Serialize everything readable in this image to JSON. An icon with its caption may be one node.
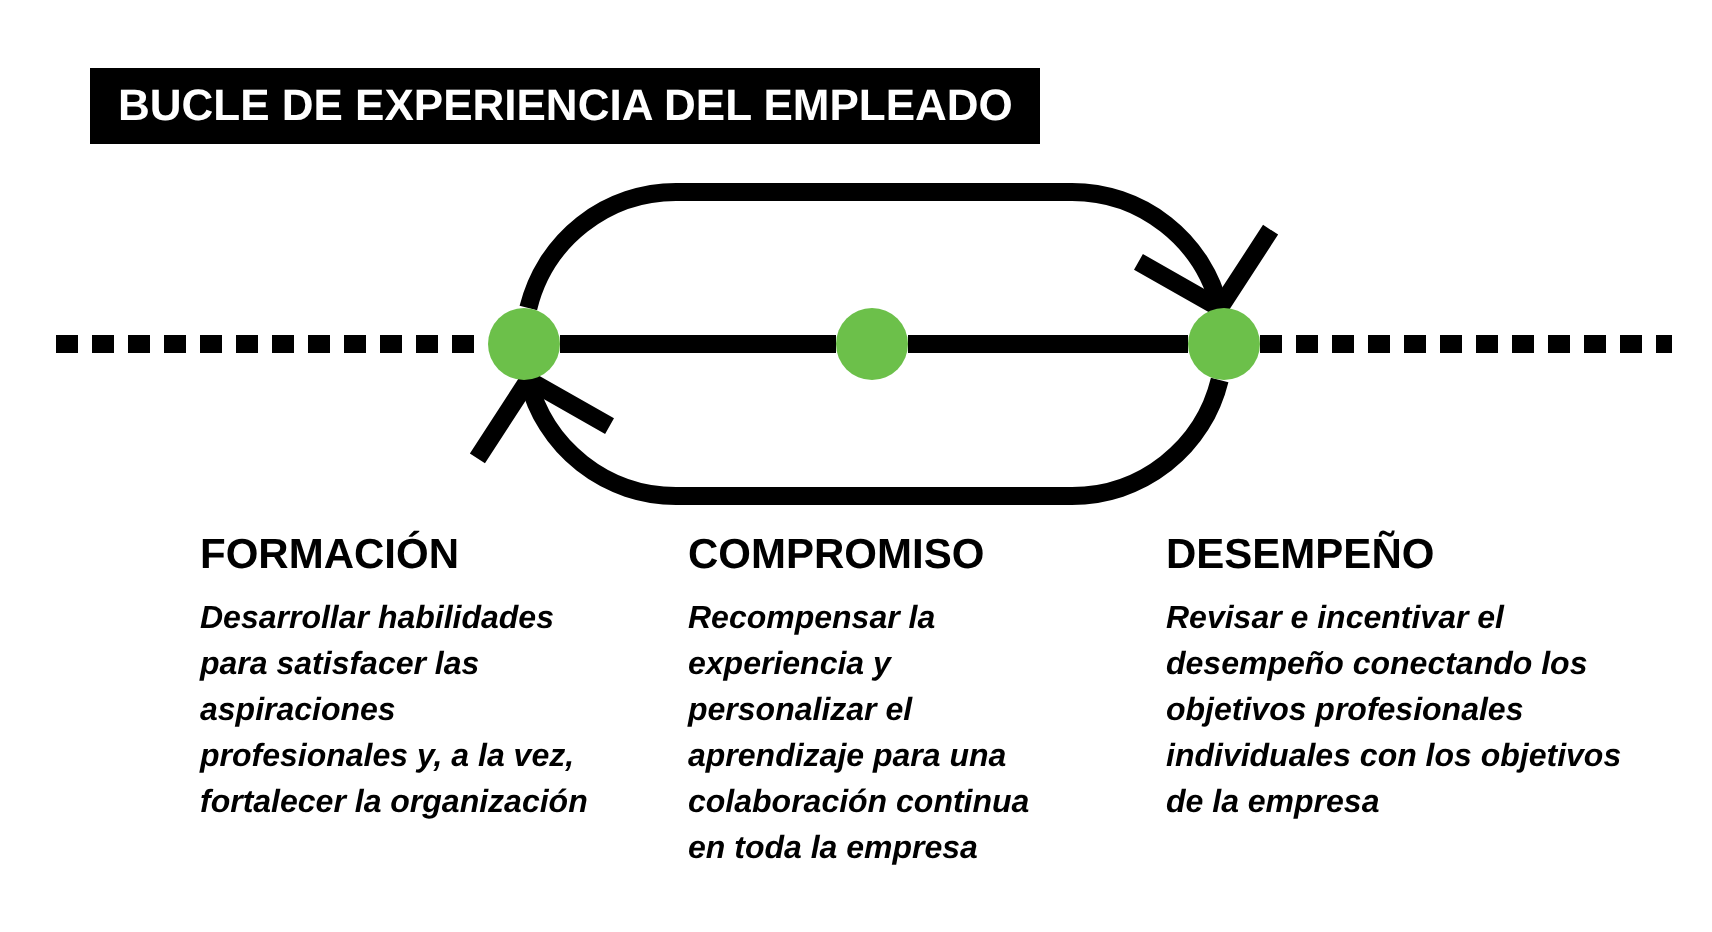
{
  "diagram": {
    "title": "BUCLE DE EXPERIENCIA DEL EMPLEADO",
    "nodes": [
      {
        "text": [],
        "shape": "circle",
        "beside": [
          "FORMACIÓN",
          "Desarrollar habilidades para satisfacer las aspiraciones profesionales y, a la vez, fortalecer la organización"
        ]
      },
      {
        "text": [],
        "shape": "circle",
        "beside": [
          "COMPROMISO",
          "Recompensar la experiencia y personalizar el aprendizaje para una colaboración continua en toda la empresa"
        ]
      },
      {
        "text": [],
        "shape": "circle",
        "beside": [
          "DESEMPEÑO",
          "Revisar e incentivar el desempeño conectando los objetivos profesionales individuales con los objetivos de la empresa"
        ]
      }
    ],
    "edges": [
      {
        "from": null,
        "to": 0,
        "arrow": "none",
        "style": "dashed"
      },
      {
        "from": 0,
        "to": 1,
        "arrow": "none"
      },
      {
        "from": 1,
        "to": 2,
        "arrow": "none"
      },
      {
        "from": 2,
        "to": null,
        "arrow": "none",
        "style": "dashed"
      },
      {
        "from": 0,
        "to": 2,
        "arrow": "to"
      },
      {
        "from": 2,
        "to": 0,
        "arrow": "to"
      }
    ]
  }
}
